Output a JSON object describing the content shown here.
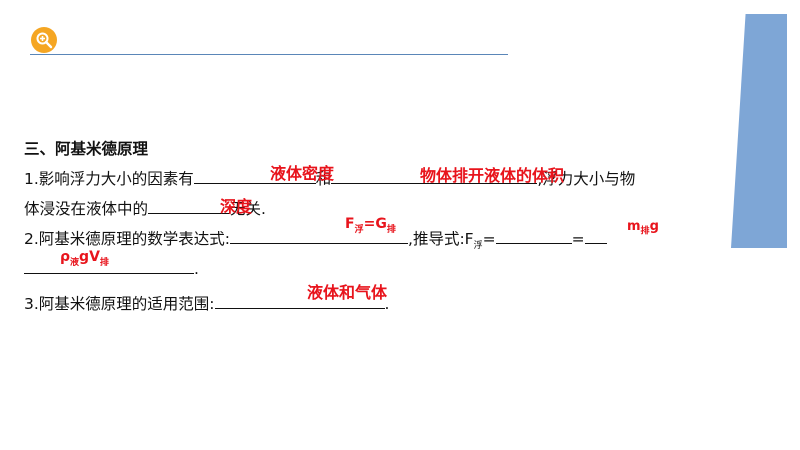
{
  "section": {
    "title": "三、阿基米德原理"
  },
  "q1": {
    "text_a": "1.影响浮力大小的因素有",
    "text_b": "和",
    "text_c": ",浮力大小与物",
    "text_d": "体浸没在液体中的",
    "text_e": "无关.",
    "answer_1": "液体密度",
    "answer_2": "物体排开液体的体积",
    "answer_3": "深度"
  },
  "q2": {
    "text_a": "2.阿基米德原理的数学表达式:",
    "text_b": ",推导式:F",
    "text_b_sub": "浮",
    "text_c": "=",
    "text_d": "=",
    "text_e": ".",
    "answer_1_main": "F",
    "answer_1_sub": "浮",
    "answer_1_mid": "=G",
    "answer_1_sub2": "排",
    "answer_2_main": "m",
    "answer_2_sub": "排",
    "answer_2_end": "g",
    "answer_3_rho": "ρ",
    "answer_3_sub": "液",
    "answer_3_mid": "gV",
    "answer_3_sub2": "排"
  },
  "q3": {
    "text_a": "3.阿基米德原理的适用范围:",
    "text_b": ".",
    "answer_1": "液体和气体"
  },
  "colors": {
    "answer": "#e8141c",
    "accent": "#f5a623",
    "bar": "#7ea6d6",
    "rule": "#5a86b8"
  },
  "icons": {
    "badge": "zoom-in-icon"
  }
}
